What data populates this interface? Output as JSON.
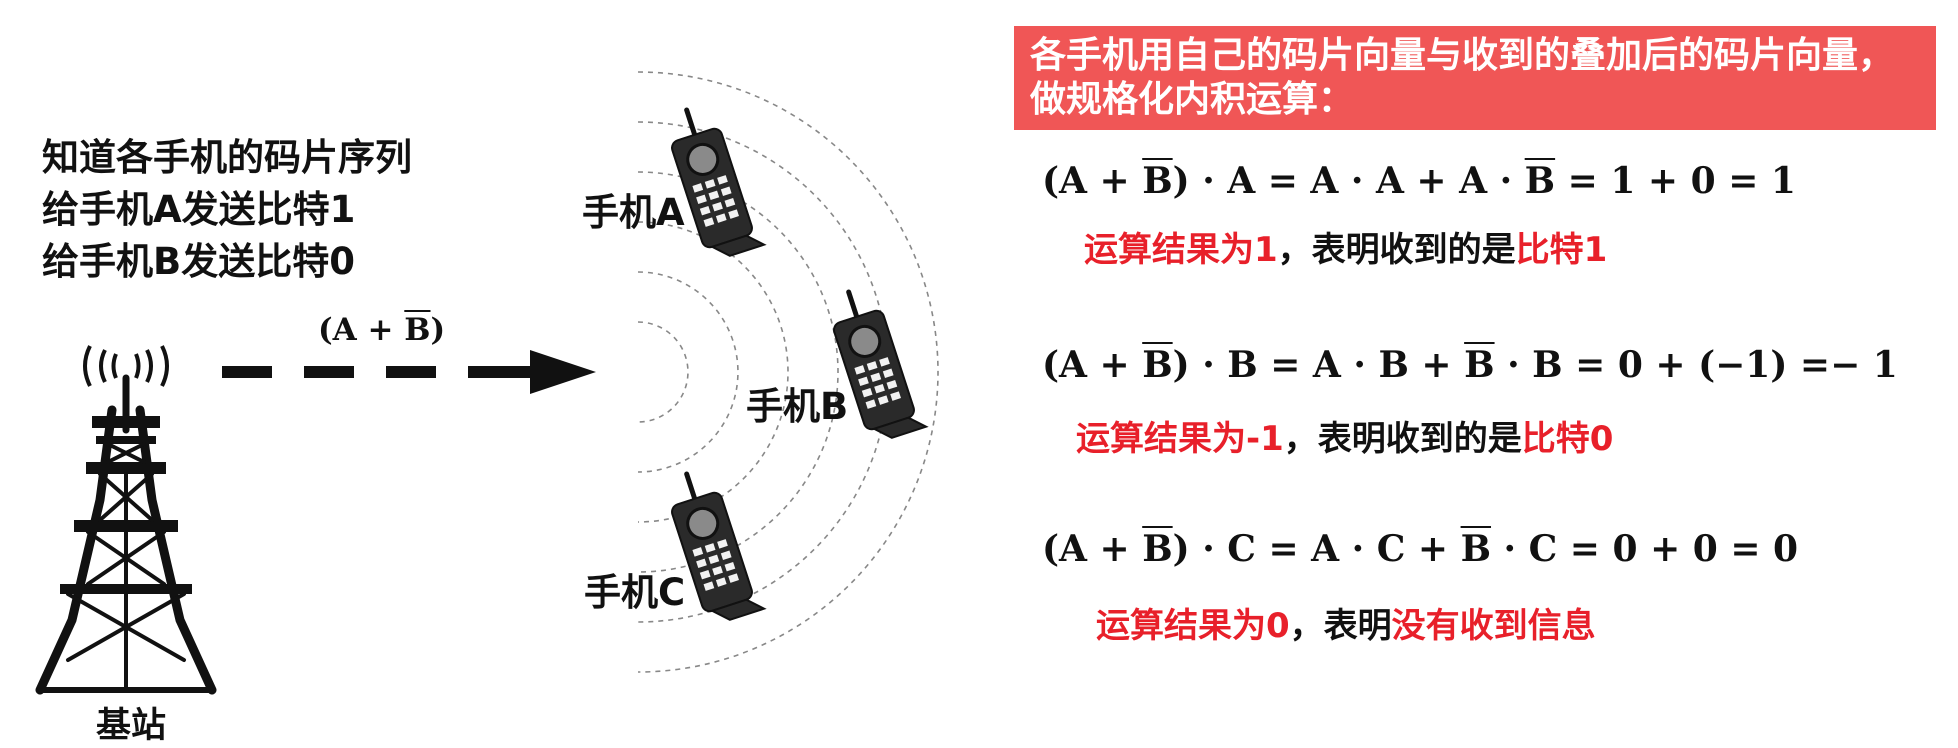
{
  "intro": {
    "line1": "知道各手机的码片序列",
    "line2": "给手机A发送比特1",
    "line3": "给手机B发送比特0"
  },
  "station": {
    "label": "基站"
  },
  "signal": {
    "open": "(",
    "a": "A",
    "plus": " + ",
    "bbar": "B",
    "close": ")"
  },
  "phones": {
    "a": "手机A",
    "b": "手机B",
    "c": "手机C"
  },
  "header": {
    "line1": "各手机用自己的码片向量与收到的叠加后的码片向量，",
    "line2": "做规格化内积运算："
  },
  "calc": [
    {
      "f_open": "(A + ",
      "f_bbar": "B",
      "f_mid": ") · A = A · A + A · ",
      "f_bbar2": "B",
      "f_tail": " = 1 + 0 = 1",
      "r1": "运算结果为1",
      "r2": "，表明收到的是",
      "r3": "比特1"
    },
    {
      "f_open": "(A + ",
      "f_bbar": "B",
      "f_mid": ") · B = A · B + ",
      "f_bbar2": "B",
      "f_tail": " · B = 0 + (−1) =− 1",
      "r1": "运算结果为-1",
      "r2": "，表明收到的是",
      "r3": "比特0"
    },
    {
      "f_open": "(A + ",
      "f_bbar": "B",
      "f_mid": ") · C = A · C + ",
      "f_bbar2": "B",
      "f_tail": " · C = 0 + 0 = 0",
      "r1": "运算结果为0",
      "r2": "，表明",
      "r3": "没有收到信息"
    }
  ],
  "colors": {
    "header_bg": "#f05656",
    "highlight": "#e8202a",
    "text": "#111111"
  }
}
